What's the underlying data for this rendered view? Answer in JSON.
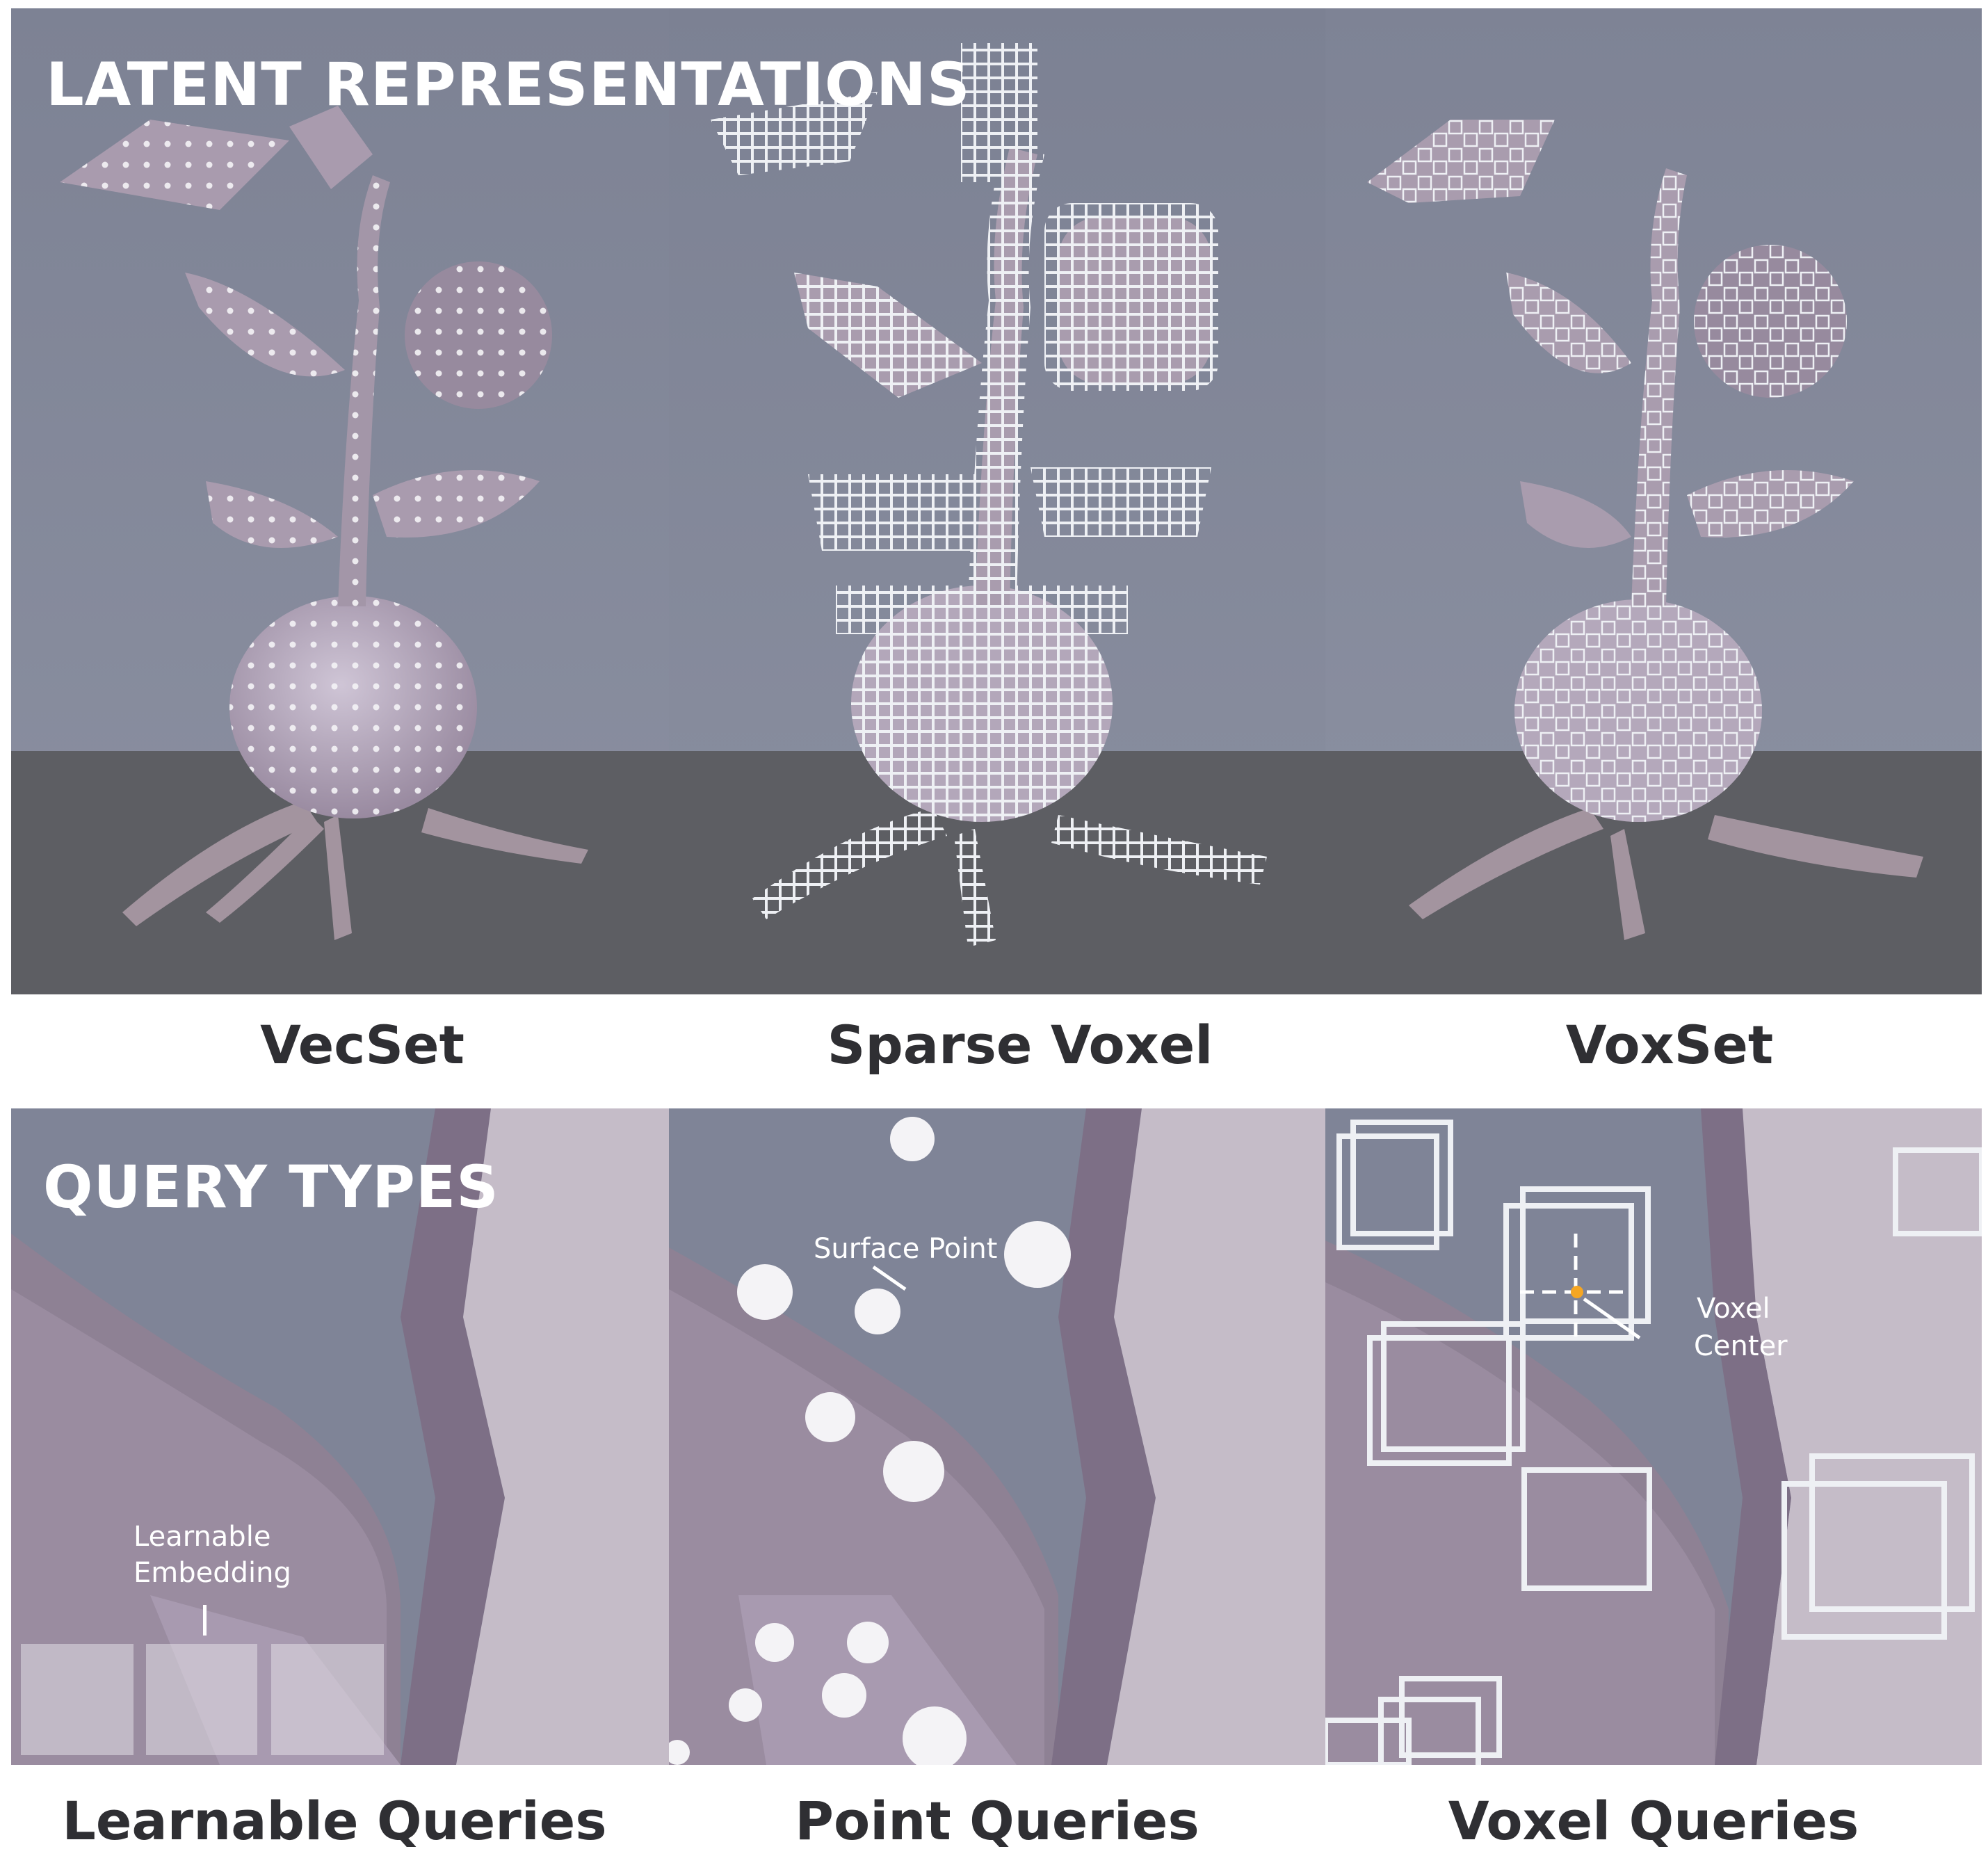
{
  "top_section": {
    "title": "LATENT REPRESENTATIONS",
    "captions": [
      "VecSet",
      "Sparse Voxel",
      "VoxSet"
    ]
  },
  "bottom_section": {
    "title": "QUERY TYPES",
    "captions": [
      "Learnable Queries",
      "Point Queries",
      "Voxel Queries"
    ],
    "annotations": {
      "learnable_line1": "Learnable",
      "learnable_line2": "Embedding",
      "surface_point": "Surface Point",
      "voxel_line1": "Voxel",
      "voxel_line2": "Center"
    }
  },
  "colors": {
    "wall": "#858a9c",
    "floor": "#5e5f64",
    "mesh": "#a89aae",
    "mesh_light": "#c9c0cf",
    "marker": "#f2f2f4",
    "voxel_center": "#f5a623"
  }
}
